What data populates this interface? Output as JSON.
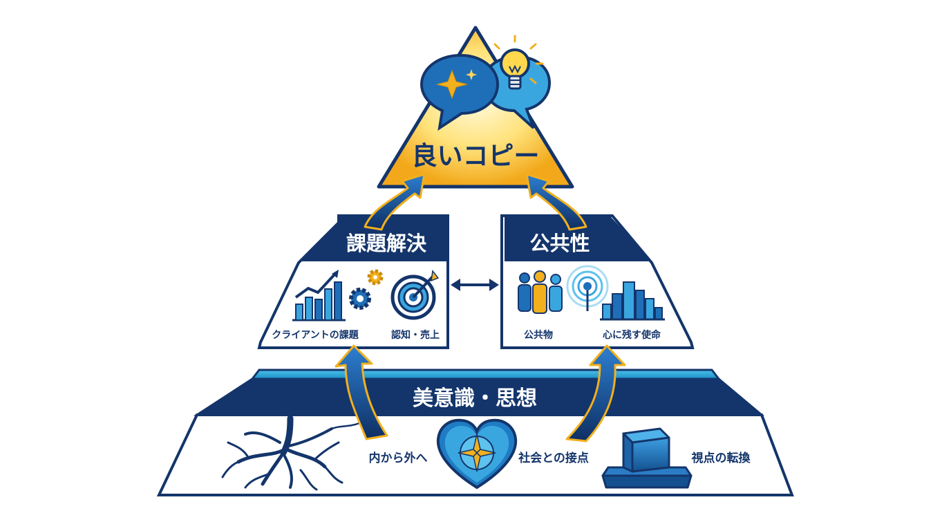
{
  "top": {
    "title": "良いコピー",
    "icons": [
      "speech-bubble-sparkle-icon",
      "lightbulb-icon"
    ]
  },
  "pillars": {
    "left": {
      "title": "課題解決",
      "items": [
        {
          "label": "クライアントの課題",
          "icon": "bar-chart-gears-icon"
        },
        {
          "label": "認知・売上",
          "icon": "target-icon"
        }
      ]
    },
    "right": {
      "title": "公共性",
      "items": [
        {
          "label": "公共物",
          "icon": "people-signal-icon"
        },
        {
          "label": "心に残す使命",
          "icon": "city-skyline-icon"
        }
      ]
    },
    "connector_icon": "double-arrow-icon"
  },
  "base": {
    "title": "美意識・思想",
    "items": [
      {
        "label": "内から外へ",
        "icon": "roots-icon"
      },
      {
        "label": "社会との接点",
        "icon": "heart-compass-icon"
      },
      {
        "label": "視点の転換",
        "icon": "box-icon"
      }
    ]
  },
  "colors": {
    "navy": "#14356b",
    "blue": "#1f6fb8",
    "cyan": "#35a7d8",
    "gold": "#f2b01e",
    "gold_light": "#ffe07a"
  }
}
